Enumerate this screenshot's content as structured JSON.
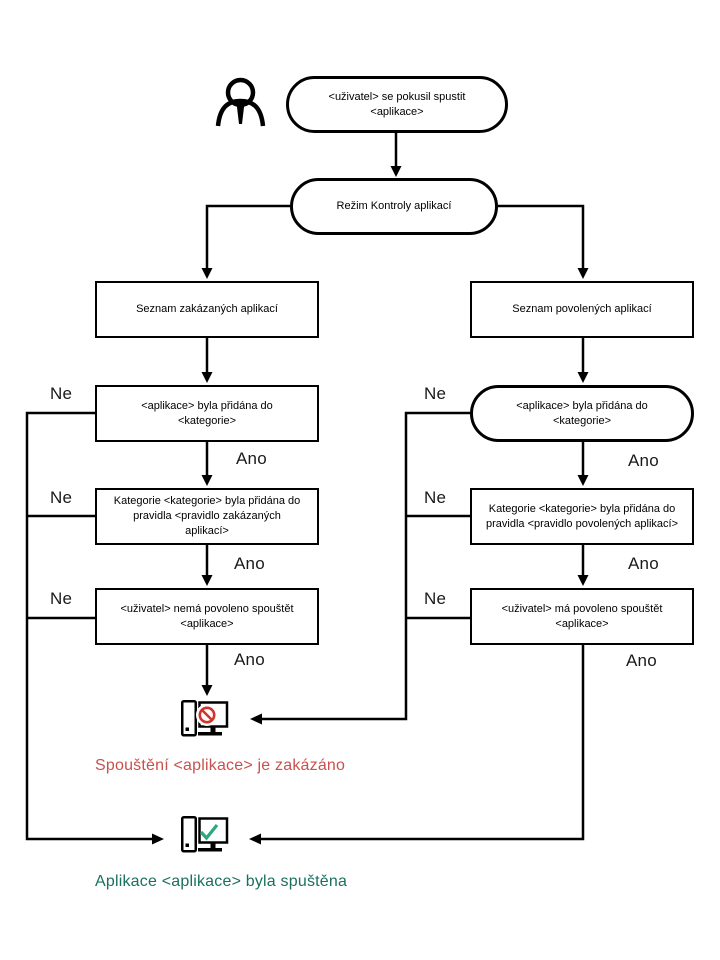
{
  "flowchart": {
    "start": "<uživatel> se pokusil spustit <aplikace>",
    "mode": "Režim Kontroly aplikací",
    "deny": {
      "list": "Seznam zakázaných aplikací",
      "category": "<aplikace> byla přidána do <kategorie>",
      "rule": "Kategorie <kategorie> byla přidána do pravidla <pravidlo zakázaných aplikací>",
      "user": "<uživatel> nemá povoleno spouštět <aplikace>"
    },
    "allow": {
      "list": "Seznam povolených aplikací",
      "category": "<aplikace> byla přidána do <kategorie>",
      "rule": "Kategorie <kategorie> byla přidána do pravidla <pravidlo povolených aplikací>",
      "user": "<uživatel> má povoleno spouštět <aplikace>"
    },
    "labels": {
      "yes": "Ano",
      "no": "Ne"
    },
    "outcome_blocked": "Spouštění <aplikace> je zakázáno",
    "outcome_launched": "Aplikace <aplikace> byla spuštěna",
    "colors": {
      "blocked_text": "#c9514d",
      "launched_text": "#19705f",
      "prohibit_sign": "#d0342c",
      "checkmark": "#2ba784",
      "line": "#000000"
    }
  }
}
